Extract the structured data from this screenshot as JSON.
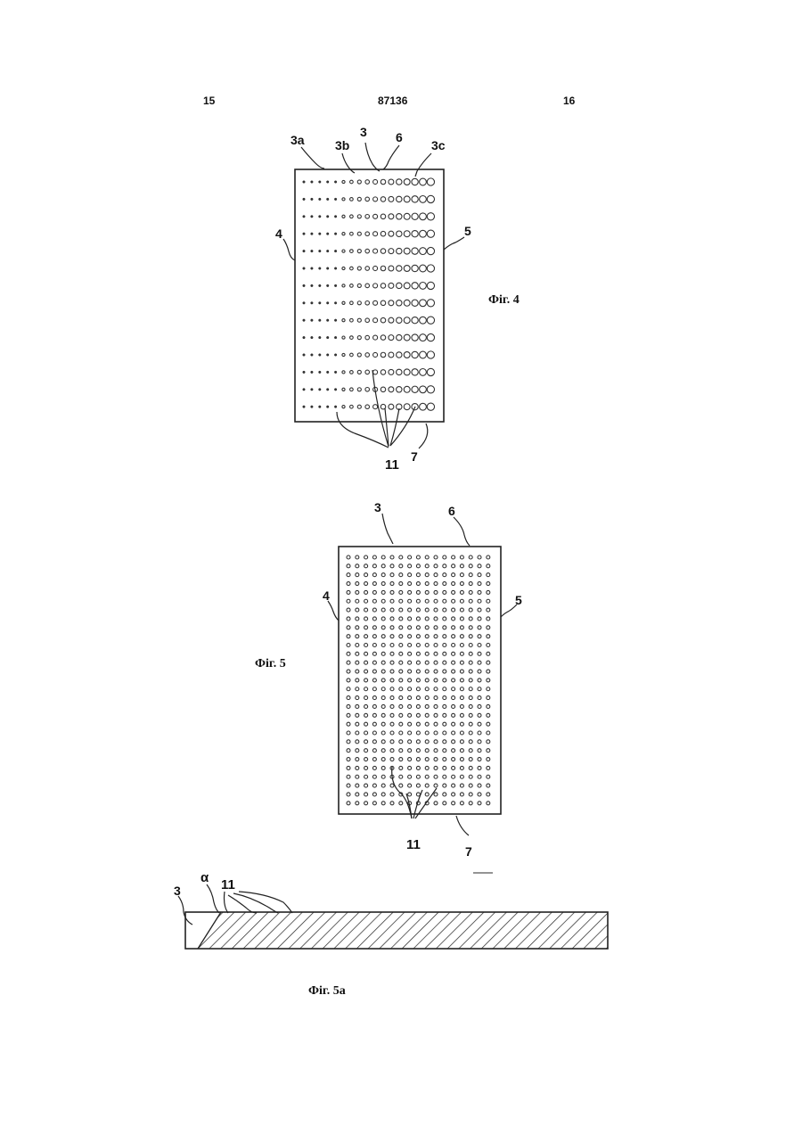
{
  "header": {
    "left_page": "15",
    "patent_number": "87136",
    "right_page": "16"
  },
  "fig4": {
    "caption": "Фiг. 4",
    "labels": {
      "l3a": "3a",
      "l3b": "3b",
      "l3": "3",
      "l6": "6",
      "l3c": "3c",
      "l4": "4",
      "l5": "5",
      "l7": "7",
      "l11": "11"
    }
  },
  "fig5": {
    "caption": "Фiг. 5",
    "labels": {
      "l3": "3",
      "l6": "6",
      "l4": "4",
      "l5": "5",
      "l11": "11",
      "l7": "7"
    }
  },
  "fig5a": {
    "caption": "Фiг. 5a",
    "labels": {
      "l3": "3",
      "alpha": "α",
      "l11": "11"
    }
  }
}
